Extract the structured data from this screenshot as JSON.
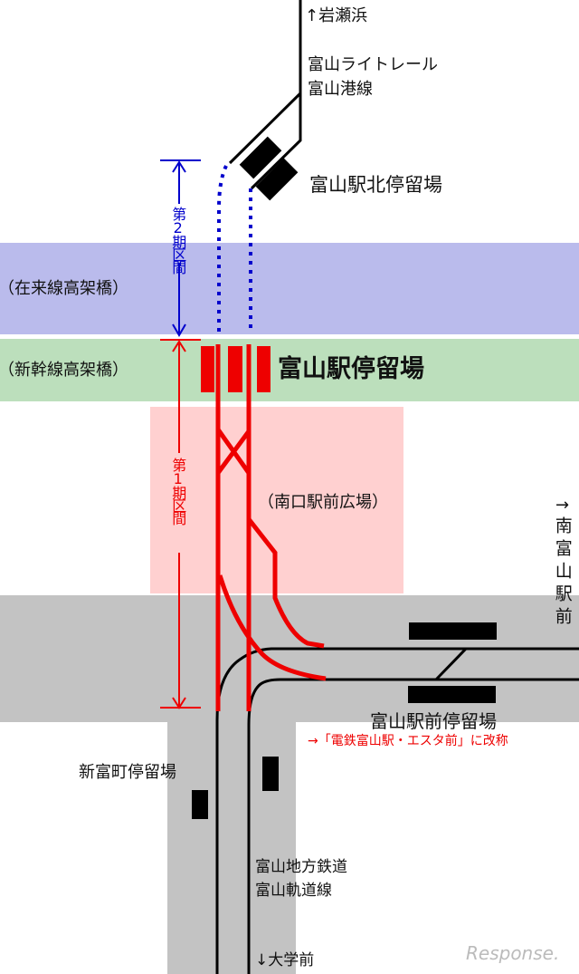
{
  "labels": {
    "north_destination": "↑岩瀬浜",
    "light_rail_line_1": "富山ライトレール",
    "light_rail_line_2": "富山港線",
    "north_stop": "富山駅北停留場",
    "phase2": "第2期区間",
    "conventional_viaduct": "（在来線高架橋）",
    "shinkansen_viaduct": "（新幹線高架橋）",
    "station_stop": "富山駅停留場",
    "phase1": "第1期区間",
    "south_plaza": "（南口駅前広場）",
    "east_destination_arrow": "→",
    "east_destination": "南富山駅前",
    "ekimae_stop": "富山駅前停留場",
    "rename_note": "→「電鉄富山駅・エスタ前」に改称",
    "shintomicho_stop": "新富町停留場",
    "chitetsu_line_1": "富山地方鉄道",
    "chitetsu_line_2": "富山軌道線",
    "south_destination": "↓大学前",
    "watermark": "Response."
  },
  "colors": {
    "conventional_band": "#babbec",
    "shinkansen_band": "#bcdfbc",
    "plaza": "#ffd0d0",
    "road": "#c3c3c3",
    "phase1": "#ee0000",
    "phase2": "#0000cc"
  }
}
